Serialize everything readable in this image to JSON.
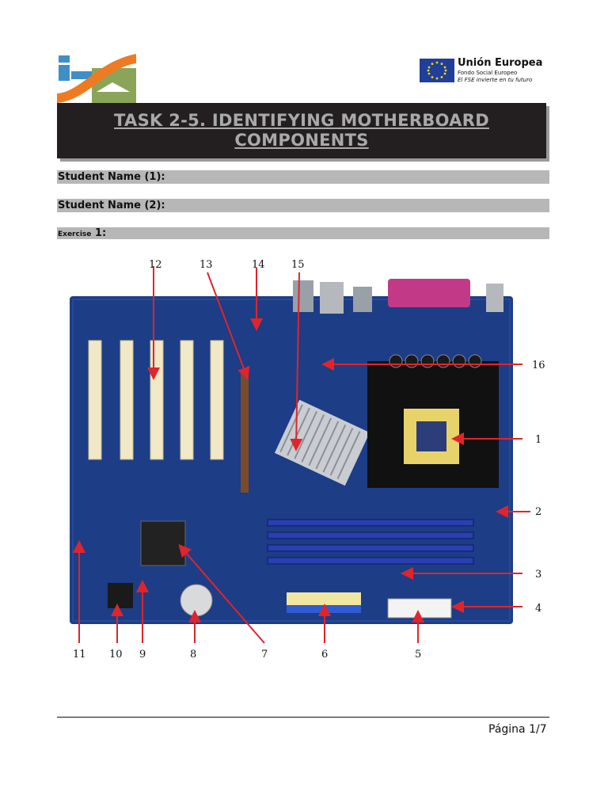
{
  "header": {
    "eu_title": "Unión Europea",
    "eu_fund": "Fondo Social Europeo",
    "eu_motto": "El FSE invierte en tu futuro"
  },
  "title": {
    "line1": "TASK 2-5. IDENTIFYING MOTHERBOARD",
    "line2": "COMPONENTS"
  },
  "fields": {
    "student1": "Student Name (1):",
    "student2": "Student Name (2):",
    "exercise_label": "Exercise",
    "exercise_number": "1:"
  },
  "figure": {
    "callouts": [
      "1",
      "2",
      "3",
      "4",
      "5",
      "6",
      "7",
      "8",
      "9",
      "10",
      "11",
      "12",
      "13",
      "14",
      "15",
      "16"
    ]
  },
  "footer": {
    "page": "Página 1/7"
  },
  "colors": {
    "title_bg": "#231f20",
    "title_text": "#a9a9a9",
    "field_bg": "#b7b7b7",
    "board_blue": "#1d3d86",
    "arrow_red": "#e0242b"
  }
}
